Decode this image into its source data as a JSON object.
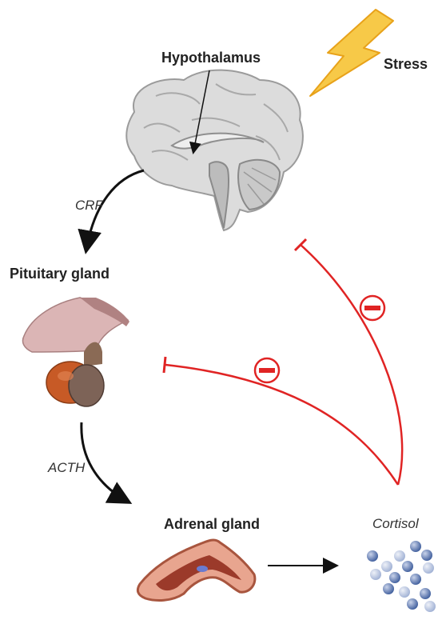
{
  "labels": {
    "hypothalamus": "Hypothalamus",
    "stress": "Stress",
    "crf": "CRF",
    "pituitary": "Pituitary gland",
    "acth": "ACTH",
    "adrenal": "Adrenal gland",
    "cortisol": "Cortisol"
  },
  "colors": {
    "inhibition": "#e02424",
    "stress_bolt": "#f5c13d",
    "arrow": "#111111"
  }
}
